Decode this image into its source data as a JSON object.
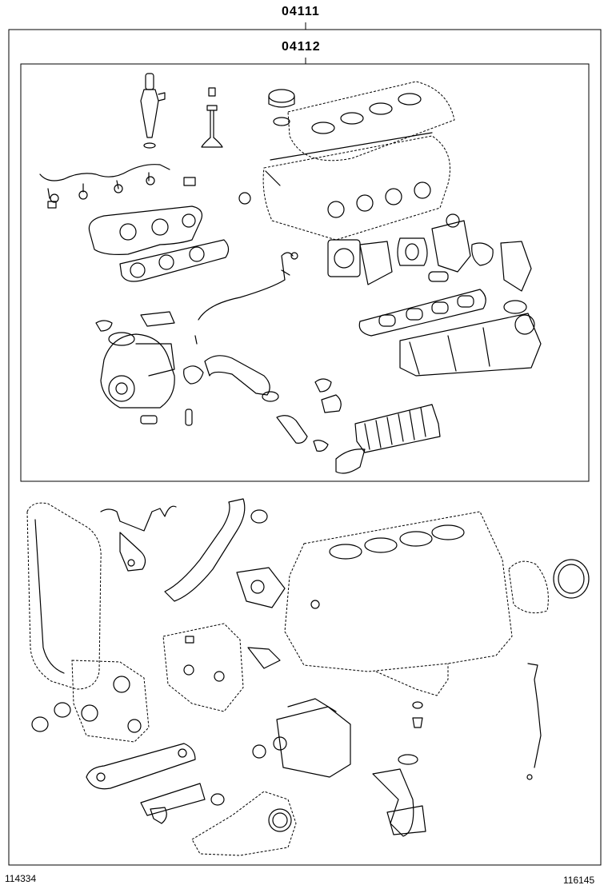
{
  "callouts": {
    "outer_part": "04111",
    "inner_part": "04112"
  },
  "footer": {
    "left_code": "114334",
    "right_code": "116145"
  },
  "icons": {
    "injector": "injector-icon",
    "valve": "valve-icon",
    "cylinder_head": "cylinder-head-icon",
    "turbocharger": "turbocharger-icon",
    "egr_cooler": "egr-cooler-icon",
    "cylinder_block": "cylinder-block-icon",
    "fuel_pump": "fuel-pump-icon",
    "oil_pan_strainer": "oil-strainer-icon"
  }
}
